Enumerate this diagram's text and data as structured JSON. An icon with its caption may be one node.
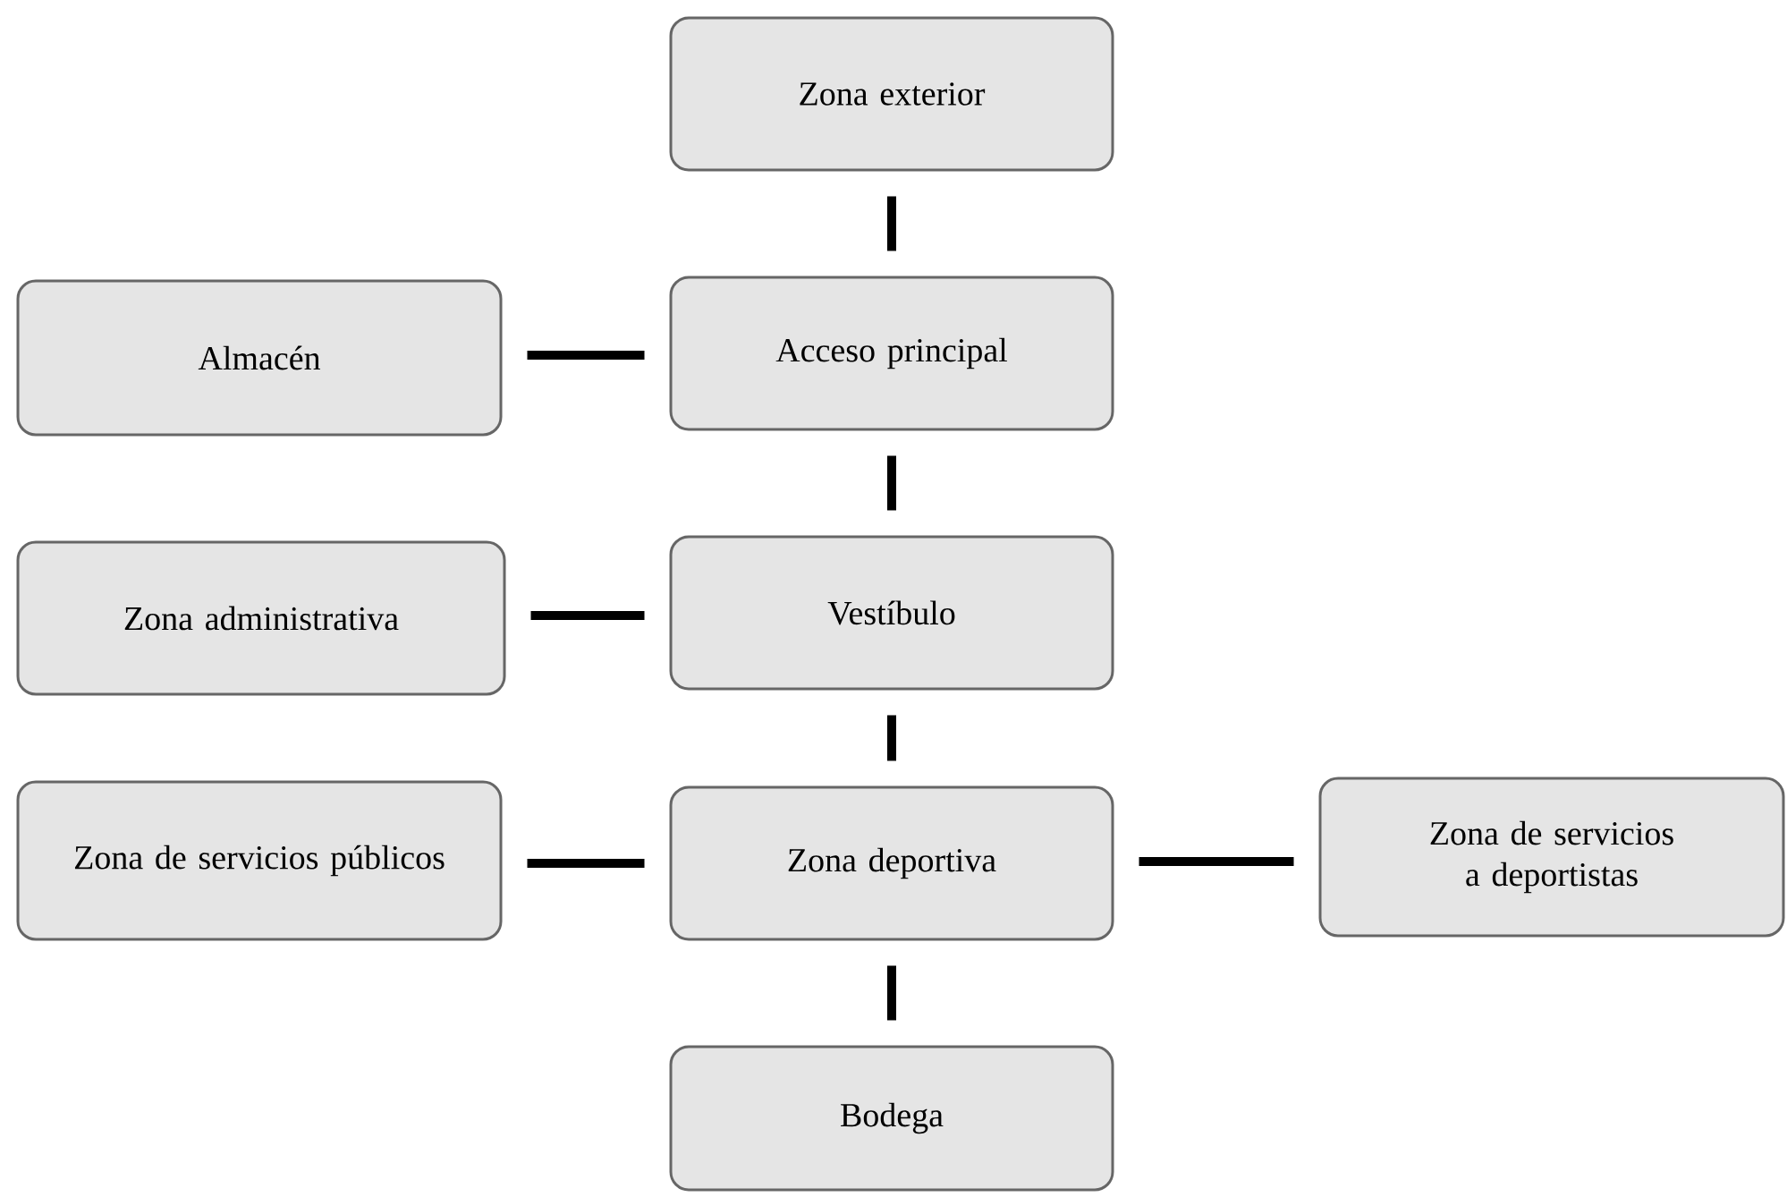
{
  "diagram": {
    "nodes": [
      {
        "text": [
          "Zona exterior"
        ]
      },
      {
        "text": [
          "Almacén"
        ]
      },
      {
        "text": [
          "Acceso principal"
        ]
      },
      {
        "text": [
          "Zona administrativa"
        ]
      },
      {
        "text": [
          "Vestíbulo"
        ]
      },
      {
        "text": [
          "Zona de servicios públicos"
        ]
      },
      {
        "text": [
          "Zona deportiva"
        ]
      },
      {
        "text": [
          "Zona de servicios a deportistas"
        ]
      },
      {
        "text": [
          "Bodega"
        ]
      }
    ],
    "edges": [
      {
        "from": 0,
        "to": 2,
        "arrow": "none"
      },
      {
        "from": 1,
        "to": 2,
        "arrow": "none"
      },
      {
        "from": 2,
        "to": 4,
        "arrow": "none"
      },
      {
        "from": 3,
        "to": 4,
        "arrow": "none"
      },
      {
        "from": 4,
        "to": 6,
        "arrow": "none"
      },
      {
        "from": 5,
        "to": 6,
        "arrow": "none"
      },
      {
        "from": 6,
        "to": 7,
        "arrow": "none"
      },
      {
        "from": 6,
        "to": 8,
        "arrow": "none"
      }
    ]
  }
}
